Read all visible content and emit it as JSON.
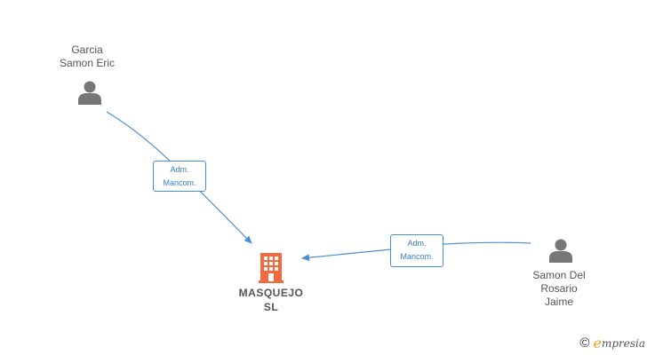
{
  "nodes": {
    "person1": {
      "line1": "Garcia",
      "line2": "Samon Eric"
    },
    "person2": {
      "line1": "Samon Del",
      "line2": "Rosario",
      "line3": "Jaime"
    },
    "company": {
      "line1": "MASQUEJO",
      "line2": "SL"
    }
  },
  "edges": {
    "edge1": {
      "line1": "Adm.",
      "line2": "Mancom."
    },
    "edge2": {
      "line1": "Adm.",
      "line2": "Mancom."
    }
  },
  "colors": {
    "edge": "#4a8fd6",
    "person_icon": "#777777",
    "company_icon": "#f26a3d"
  },
  "watermark": {
    "symbol": "©",
    "initial": "e",
    "brand": "mpresia"
  }
}
